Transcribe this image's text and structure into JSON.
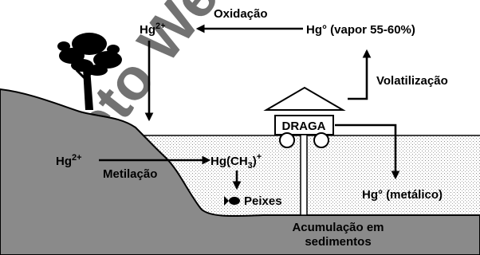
{
  "watermark": "Projeto Web",
  "colors": {
    "ground": "#8a8a8a",
    "water_dots": "#9a9a9a",
    "ink": "#000000",
    "paper": "#ffffff"
  },
  "labels": {
    "oxidacao": "Oxidação",
    "hg2_top_base": "Hg",
    "hg2_top_sup": "2+",
    "hg_vapor": "Hg° (vapor 55-60%)",
    "volatilizacao": "Volatilização",
    "draga": "DRAGA",
    "hg2_left_base": "Hg",
    "hg2_left_sup": "2+",
    "metilacao": "Metilação",
    "hgch3_base": "Hg(CH",
    "hgch3_sub": "3",
    "hgch3_close": ")",
    "hgch3_sup": "+",
    "peixes": "Peixes",
    "hg_metalico": "Hg° (metálico)",
    "acumulacao_line1": "Acumulação em",
    "acumulacao_line2": "sedimentos"
  },
  "icons": {
    "tree": "tree-icon",
    "fish": "fish-icon",
    "dredge": "dredge-icon"
  }
}
